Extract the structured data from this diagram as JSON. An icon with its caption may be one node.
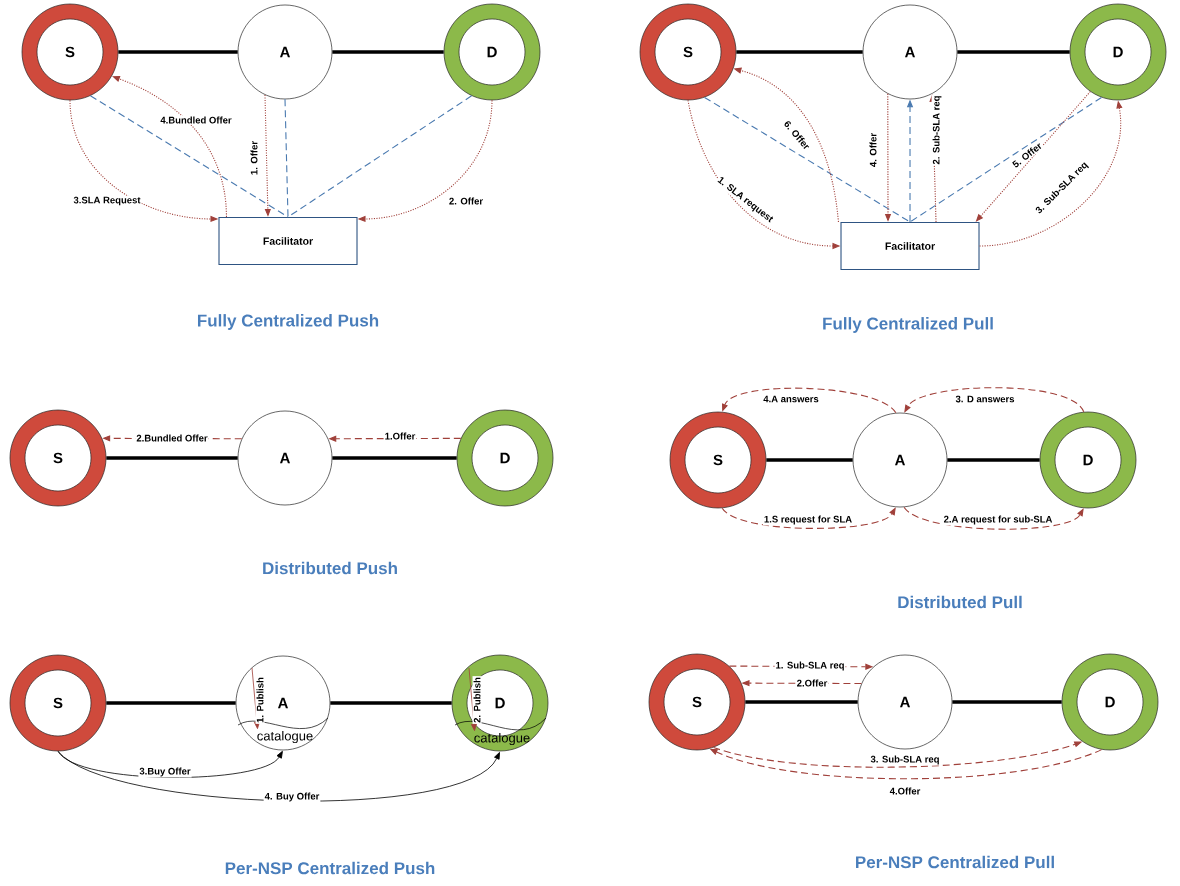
{
  "diagram": {
    "nodes": [
      {
        "text": [
          "S"
        ]
      },
      {
        "text": [
          "A"
        ]
      },
      {
        "text": [
          "D"
        ]
      },
      {
        "text": [
          "Facilitator"
        ]
      },
      {
        "text": [
          "S"
        ]
      },
      {
        "text": [
          "A"
        ]
      },
      {
        "text": [
          "D"
        ]
      },
      {
        "text": [
          "Facilitator"
        ]
      },
      {
        "text": [
          "S"
        ]
      },
      {
        "text": [
          "A"
        ]
      },
      {
        "text": [
          "D"
        ]
      },
      {
        "text": [
          "S"
        ]
      },
      {
        "text": [
          "A"
        ]
      },
      {
        "text": [
          "D"
        ]
      },
      {
        "text": [
          "S"
        ]
      },
      {
        "text": [
          "A"
        ]
      },
      {
        "text": [
          "catalogue"
        ],
        "in": 15
      },
      {
        "text": [
          "D"
        ]
      },
      {
        "text": [
          "catalogue"
        ],
        "in": 17
      },
      {
        "text": [
          "S"
        ]
      },
      {
        "text": [
          "A"
        ]
      },
      {
        "text": [
          "D"
        ]
      }
    ],
    "edges": [
      {
        "from": 0,
        "to": 1,
        "arrow": "none",
        "style": "thick",
        "color": "#000000"
      },
      {
        "from": 1,
        "to": 2,
        "arrow": "none",
        "style": "thick",
        "color": "#000000"
      },
      {
        "from": 0,
        "to": 3,
        "arrow": "none",
        "style": "dashed",
        "color": "#4a7ab0"
      },
      {
        "from": 1,
        "to": 3,
        "arrow": "none",
        "style": "dashed",
        "color": "#4a7ab0"
      },
      {
        "from": 2,
        "to": 3,
        "arrow": "none",
        "style": "dashed",
        "color": "#4a7ab0"
      },
      {
        "from": 1,
        "to": 3,
        "arrow": "to",
        "label": "1. Offer",
        "style": "dashed",
        "color": "#a0403a"
      },
      {
        "from": 2,
        "to": 3,
        "arrow": "to",
        "label": "2. Offer",
        "style": "dashed",
        "color": "#a0403a"
      },
      {
        "from": 0,
        "to": 3,
        "arrow": "to",
        "label": "3.SLA Request",
        "style": "dashed",
        "color": "#a0403a"
      },
      {
        "from": 3,
        "to": 0,
        "arrow": "to",
        "label": "4.Bundled Offer",
        "style": "dashed",
        "color": "#a0403a"
      },
      {
        "from": 4,
        "to": 5,
        "arrow": "none",
        "style": "thick",
        "color": "#000000"
      },
      {
        "from": 5,
        "to": 6,
        "arrow": "none",
        "style": "thick",
        "color": "#000000"
      },
      {
        "from": 4,
        "to": 7,
        "arrow": "none",
        "style": "dashed",
        "color": "#4a7ab0"
      },
      {
        "from": 7,
        "to": 5,
        "arrow": "to",
        "style": "dashed",
        "color": "#4a7ab0"
      },
      {
        "from": 6,
        "to": 7,
        "arrow": "none",
        "style": "dashed",
        "color": "#4a7ab0"
      },
      {
        "from": 4,
        "to": 7,
        "arrow": "to",
        "label": "1. SLA request",
        "style": "dashed",
        "color": "#a0403a"
      },
      {
        "from": 7,
        "to": 5,
        "arrow": "to",
        "label": "2. Sub-SLA req",
        "style": "dashed",
        "color": "#a0403a"
      },
      {
        "from": 7,
        "to": 6,
        "arrow": "to",
        "label": "3. Sub-SLA req",
        "style": "dashed",
        "color": "#a0403a"
      },
      {
        "from": 5,
        "to": 7,
        "arrow": "to",
        "label": "4. Offer",
        "style": "dashed",
        "color": "#a0403a"
      },
      {
        "from": 6,
        "to": 7,
        "arrow": "to",
        "label": "5. Offer",
        "style": "dashed",
        "color": "#a0403a"
      },
      {
        "from": 7,
        "to": 4,
        "arrow": "to",
        "label": "6. Offer",
        "style": "dashed",
        "color": "#a0403a"
      },
      {
        "from": 8,
        "to": 9,
        "arrow": "none",
        "style": "thick",
        "color": "#000000"
      },
      {
        "from": 9,
        "to": 10,
        "arrow": "none",
        "style": "thick",
        "color": "#000000"
      },
      {
        "from": 9,
        "to": 8,
        "arrow": "to",
        "label": "2.Bundled Offer",
        "style": "dashed",
        "color": "#a0403a"
      },
      {
        "from": 10,
        "to": 9,
        "arrow": "to",
        "label": "1.Offer",
        "style": "dashed",
        "color": "#a0403a"
      },
      {
        "from": 11,
        "to": 12,
        "arrow": "none",
        "style": "thick",
        "color": "#000000"
      },
      {
        "from": 12,
        "to": 13,
        "arrow": "none",
        "style": "thick",
        "color": "#000000"
      },
      {
        "from": 11,
        "to": 12,
        "arrow": "to",
        "label": "1.S request for SLA",
        "style": "dashed",
        "color": "#a0403a"
      },
      {
        "from": 12,
        "to": 13,
        "arrow": "to",
        "label": "2.A request for sub-SLA",
        "style": "dashed",
        "color": "#a0403a"
      },
      {
        "from": 13,
        "to": 12,
        "arrow": "to",
        "label": "3. D answers",
        "style": "dashed",
        "color": "#a0403a"
      },
      {
        "from": 12,
        "to": 11,
        "arrow": "to",
        "label": "4.A answers",
        "style": "dashed",
        "color": "#a0403a"
      },
      {
        "from": 14,
        "to": 15,
        "arrow": "none",
        "style": "thick",
        "color": "#000000"
      },
      {
        "from": 15,
        "to": 17,
        "arrow": "none",
        "style": "thick",
        "color": "#000000"
      },
      {
        "from": 14,
        "to": 15,
        "arrow": "to",
        "label": "3.Buy Offer",
        "color": "#000000"
      },
      {
        "from": 14,
        "to": 17,
        "arrow": "to",
        "label": "4. Buy Offer",
        "color": "#000000"
      },
      {
        "from": null,
        "to": 16,
        "arrow": "to",
        "label": "1. Publish",
        "color": "#a0403a"
      },
      {
        "from": null,
        "to": 18,
        "arrow": "to",
        "label": "2. Publish",
        "color": "#a0403a"
      },
      {
        "from": 19,
        "to": 20,
        "arrow": "none",
        "style": "thick",
        "color": "#000000"
      },
      {
        "from": 20,
        "to": 21,
        "arrow": "none",
        "style": "thick",
        "color": "#000000"
      },
      {
        "from": 19,
        "to": 20,
        "arrow": "to",
        "label": "1. Sub-SLA req",
        "style": "dashed",
        "color": "#a0403a"
      },
      {
        "from": 20,
        "to": 19,
        "arrow": "to",
        "label": "2.Offer",
        "style": "dashed",
        "color": "#a0403a"
      },
      {
        "from": 19,
        "to": 21,
        "arrow": "to",
        "label": "3. Sub-SLA req",
        "style": "dashed",
        "color": "#a0403a"
      },
      {
        "from": 21,
        "to": 19,
        "arrow": "to",
        "label": "4.Offer",
        "style": "dashed",
        "color": "#a0403a"
      }
    ],
    "labels": [
      "Fully Centralized Push",
      "Fully Centralized Pull",
      "Distributed Push",
      "Distributed Pull",
      "Per-NSP Centralized Push",
      "Per-NSP Centralized Pull"
    ]
  }
}
